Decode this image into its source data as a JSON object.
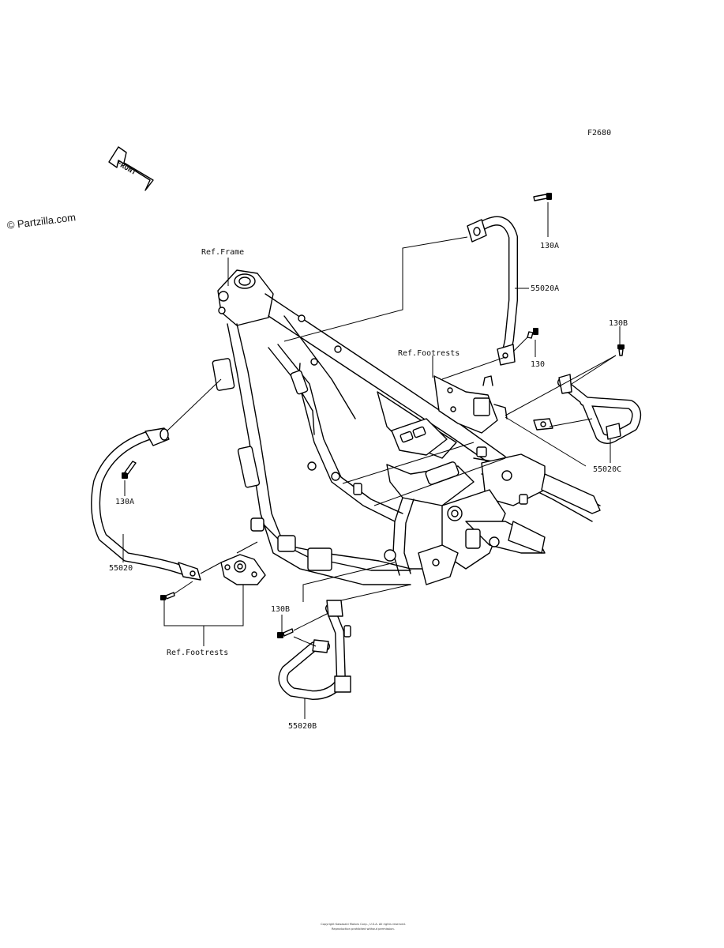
{
  "figure_code": "F2680",
  "watermark": "© Partzilla.com",
  "front_arrow_label": "FRONT",
  "labels": {
    "ref_frame": "Ref.Frame",
    "ref_footrests_right": "Ref.Footrests",
    "ref_footrests_left": "Ref.Footrests",
    "bolt_130A_top": "130A",
    "bolt_130": "130",
    "bolt_130B_top": "130B",
    "bolt_130A_left": "130A",
    "bolt_130B_bottom": "130B",
    "guard_55020A": "55020A",
    "guard_55020": "55020",
    "guard_55020B": "55020B",
    "guard_55020C": "55020C"
  },
  "footer": {
    "line1": "Copyright Kawasaki Motors Corp., U.S.A. All rights reserved.",
    "line2": "Reproduction prohibited without permission."
  }
}
